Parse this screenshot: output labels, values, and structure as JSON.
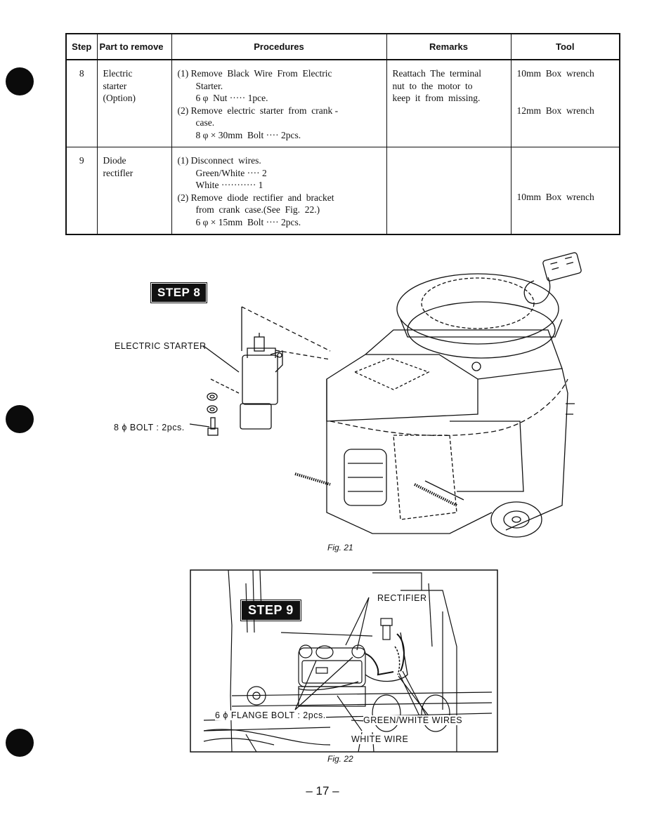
{
  "table": {
    "headers": [
      "Step",
      "Part to remove",
      "Procedures",
      "Remarks",
      "Tool"
    ],
    "rows": [
      {
        "step": "8",
        "part": [
          "Electric",
          "starter",
          "(Option)"
        ],
        "procedures": [
          "(1) Remove  Black  Wire  From  Electric",
          "Starter.",
          "6 φ  Nut ····· 1pce.",
          "(2) Remove  electric  starter  from  crank -",
          "case.",
          "8 φ × 30mm  Bolt ···· 2pcs."
        ],
        "remarks": [
          "Reattach  The  terminal",
          "nut  to  the  motor  to",
          "keep  it  from  missing."
        ],
        "tools": [
          "10mm  Box  wrench",
          "12mm  Box  wrench"
        ]
      },
      {
        "step": "9",
        "part": [
          "Diode",
          "rectifler"
        ],
        "procedures": [
          "(1) Disconnect  wires.",
          "Green/White ···· 2",
          "White ··········· 1",
          "(2) Remove  diode  rectifier  and  bracket",
          "from  crank  case.(See  Fig.  22.)",
          "6 φ × 15mm  Bolt ···· 2pcs."
        ],
        "remarks": [],
        "tools": [
          "10mm  Box  wrench"
        ]
      }
    ]
  },
  "fig21": {
    "badge": "STEP 8",
    "labels": {
      "starter": "ELECTRIC  STARTER",
      "bolt": "8 ϕ  BOLT : 2pcs."
    },
    "caption": "Fig.  21"
  },
  "fig22": {
    "badge": "STEP 9",
    "labels": {
      "rectifier": "RECTIFIER",
      "flange": "6 ϕ  FLANGE  BOLT : 2pcs.",
      "gw": "GREEN/WHITE  WIRES",
      "white": "WHITE  WIRE"
    },
    "caption": "Fig.  22"
  },
  "page_number": "– 17 –"
}
